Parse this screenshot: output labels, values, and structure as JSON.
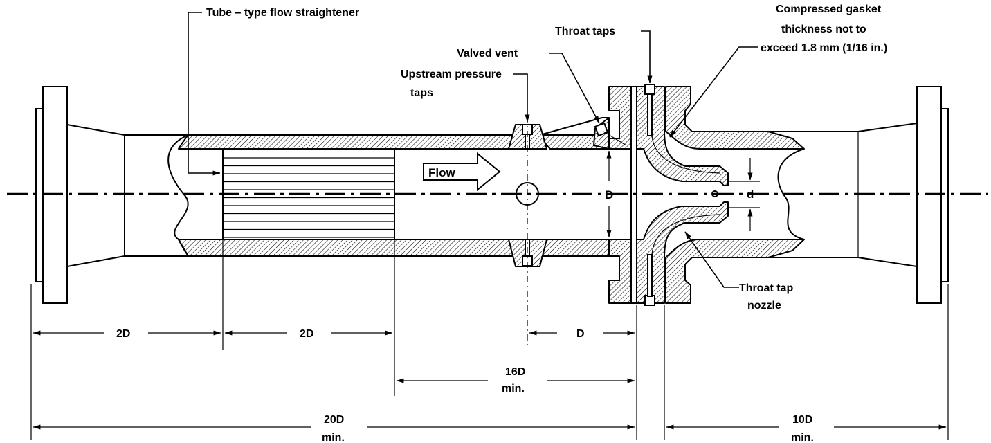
{
  "colors": {
    "ink": "#000000",
    "paper": "#ffffff"
  },
  "labels": {
    "tube_straightener": "Tube – type flow straightener",
    "throat_taps": "Throat taps",
    "gasket_line1": "Compressed gasket",
    "gasket_line2": "thickness not to",
    "gasket_line3": "exceed 1.8 mm (1/16 in.)",
    "valved_vent": "Valved vent",
    "upstream_line1": "Upstream pressure",
    "upstream_line2": "taps",
    "flow": "Flow",
    "pipe_diameter": "D",
    "throat_diameter": "d",
    "throat_tap_nozzle_line1": "Throat tap",
    "throat_tap_nozzle_line2": "nozzle"
  },
  "dimensions": {
    "straightener_upstream": "2D",
    "straightener_length": "2D",
    "tap_to_nozzle": "D",
    "min_16d_line1": "16D",
    "min_16d_line2": "min.",
    "min_20d_line1": "20D",
    "min_20d_line2": "min.",
    "min_10d_line1": "10D",
    "min_10d_line2": "min."
  }
}
